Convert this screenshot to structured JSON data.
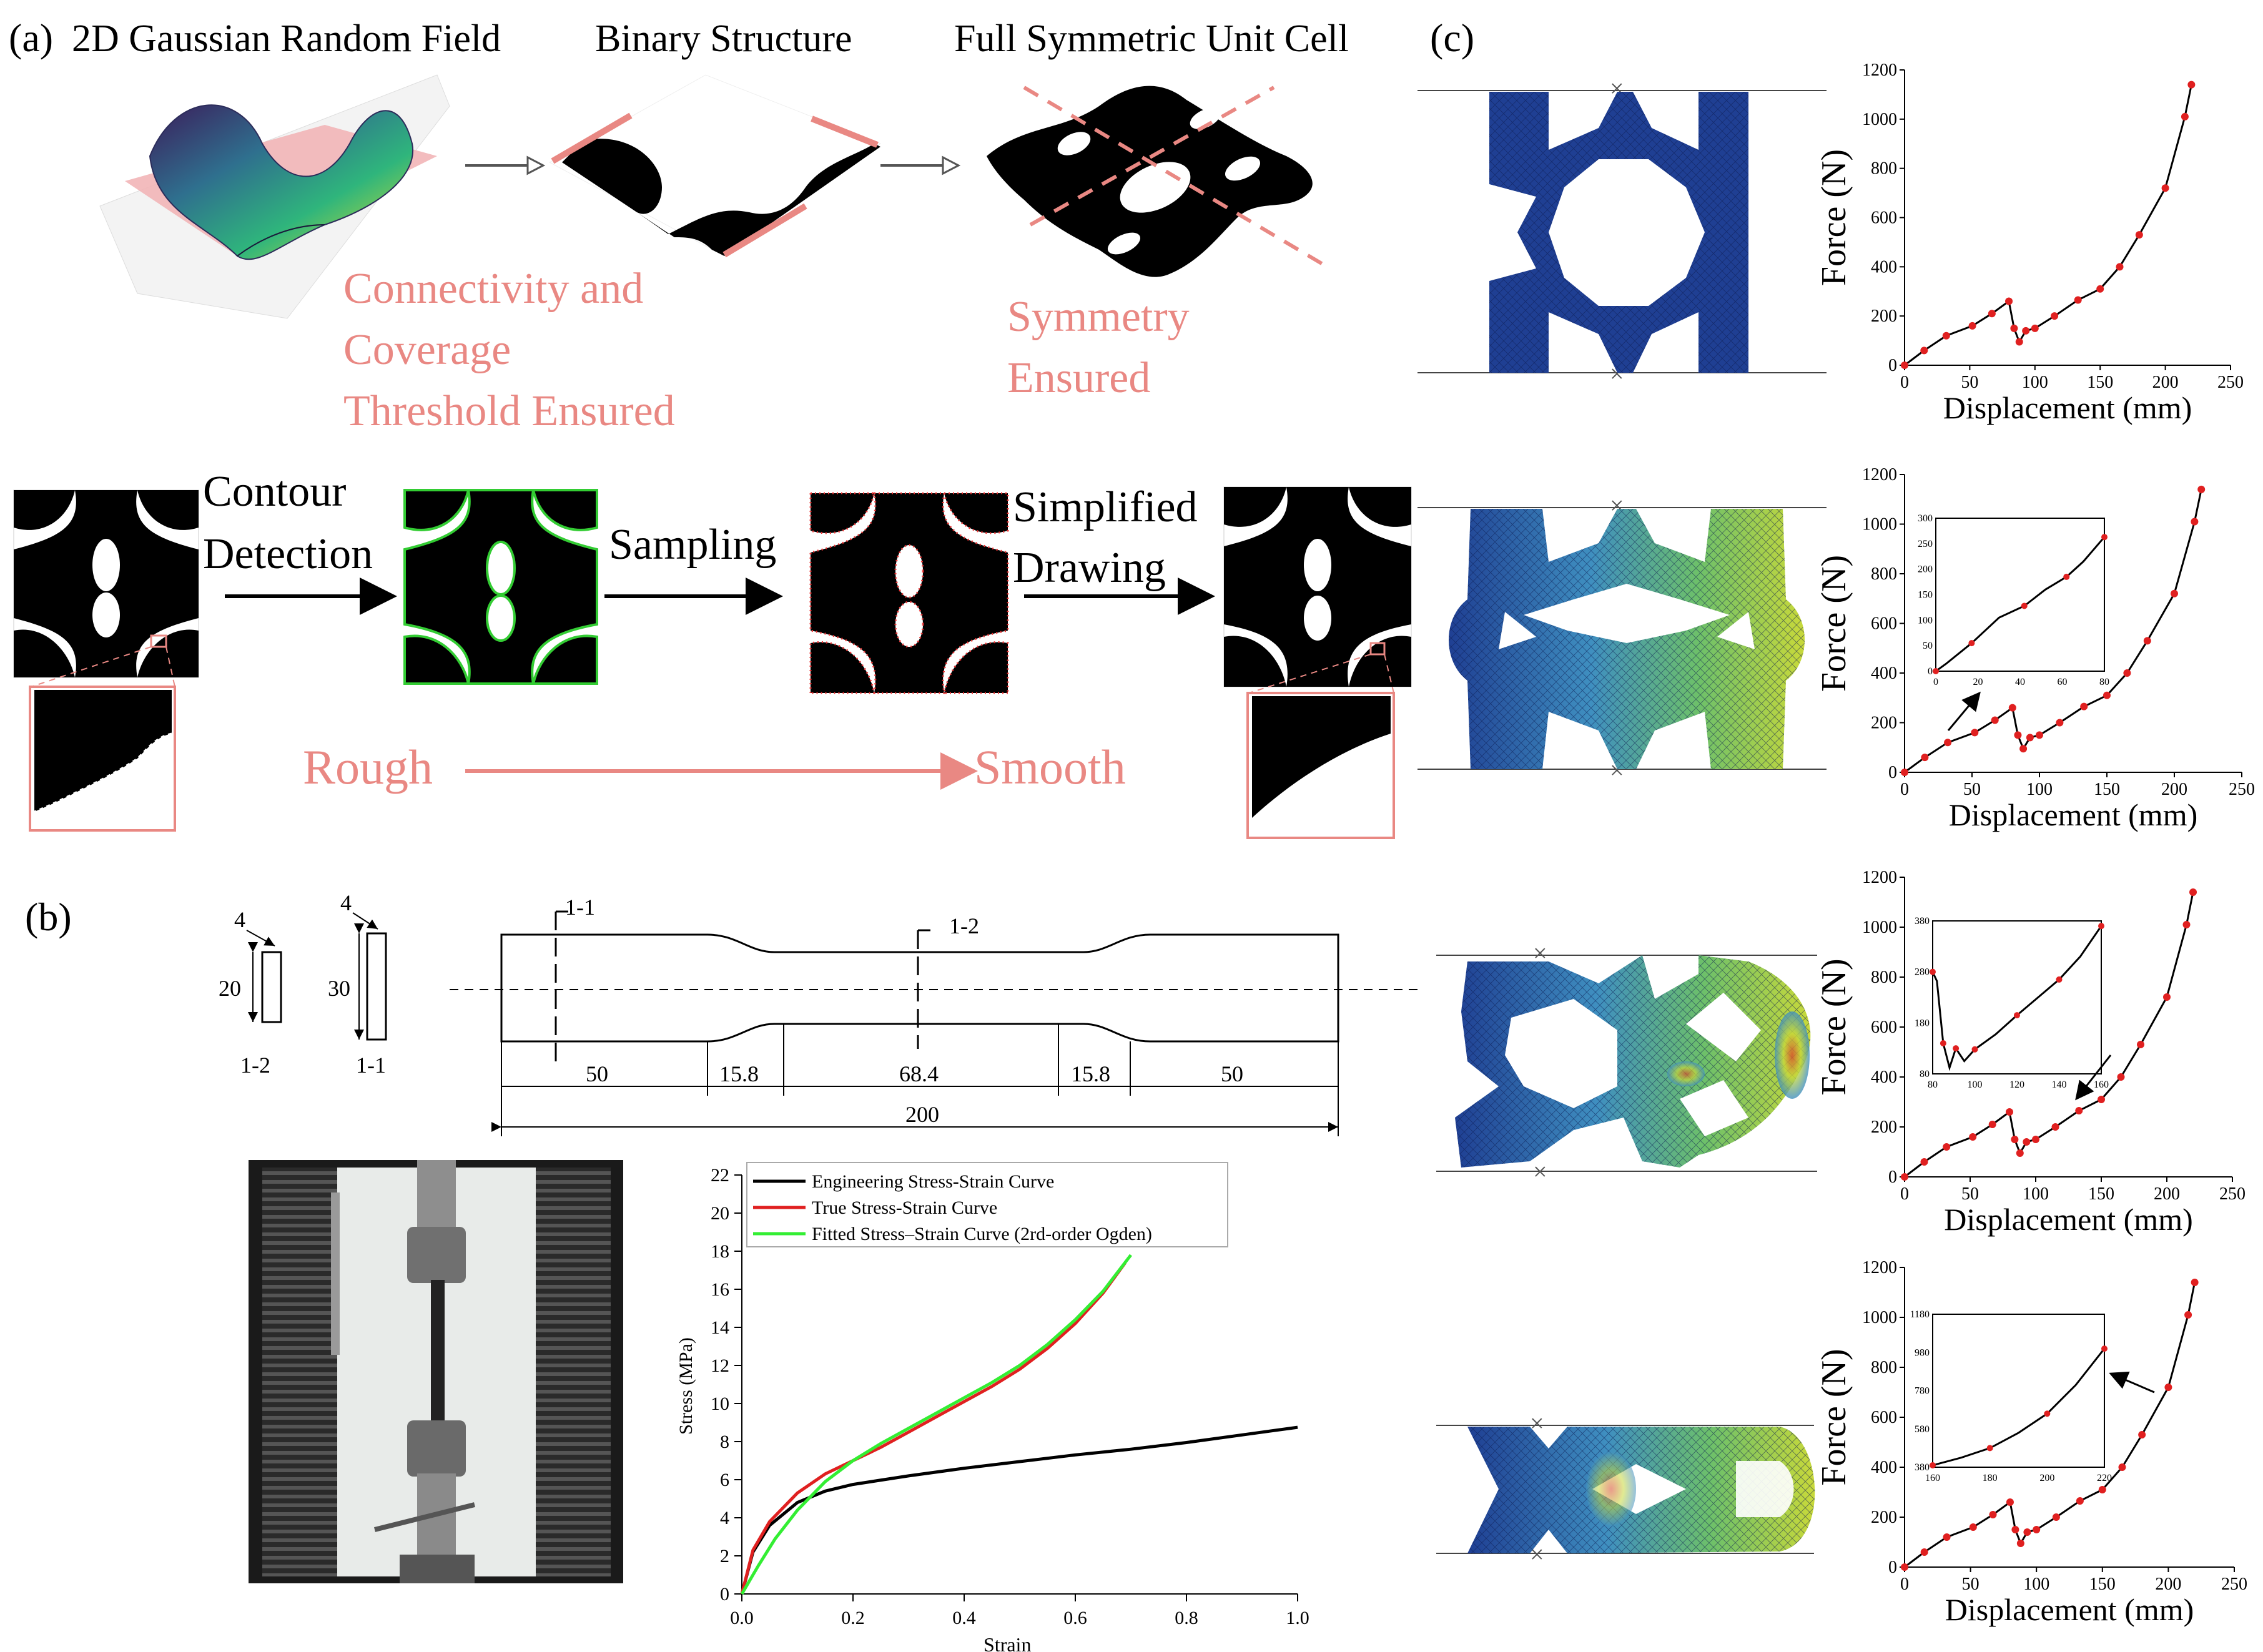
{
  "panel_a": {
    "label": "(a)",
    "step_titles": [
      "2D Gaussian Random Field",
      "Binary Structure",
      "Full Symmetric Unit Cell"
    ],
    "note1": [
      "Connectivity and",
      "Coverage",
      "Threshold Ensured"
    ],
    "note2": [
      "Symmetry",
      "Ensured"
    ],
    "steps": [
      "Contour",
      "Detection",
      "Sampling",
      "Simplified",
      "Drawing"
    ],
    "rough": "Rough",
    "smooth": "Smooth",
    "accent_color": "#e98883",
    "contour_color": "#33cc33"
  },
  "panel_b": {
    "label": "(b)",
    "section_1_2": {
      "top": "4",
      "side": "20",
      "name": "1-2"
    },
    "section_1_1": {
      "top": "4",
      "side": "30",
      "name": "1-1"
    },
    "specimen_cuts": [
      "1-1",
      "1-2"
    ],
    "specimen_dims": [
      "50",
      "15.8",
      "68.4",
      "15.8",
      "50"
    ],
    "specimen_total": "200",
    "stress_chart": {
      "xlabel": "Strain",
      "ylabel": "Stress (MPa)",
      "xticks": [
        "0.0",
        "0.2",
        "0.4",
        "0.6",
        "0.8",
        "1.0"
      ],
      "yticks": [
        "0",
        "2",
        "4",
        "6",
        "8",
        "10",
        "12",
        "14",
        "16",
        "18",
        "20",
        "22"
      ]
    }
  },
  "panel_c": {
    "label": "(c)",
    "mesh_colors": [
      "#1f3f93",
      "#4fa7c4",
      "#6dc06a",
      "#c8d93a",
      "#d84a2a"
    ]
  },
  "chart_data": [
    {
      "type": "line",
      "title": "",
      "xlabel": "Strain",
      "ylabel": "Stress (MPa)",
      "xlim": [
        0,
        1.0
      ],
      "ylim": [
        0,
        22
      ],
      "legend_position": "top",
      "series": [
        {
          "name": "Engineering Stress-Strain Curve",
          "color": "#000000",
          "x": [
            0,
            0.02,
            0.05,
            0.1,
            0.15,
            0.2,
            0.3,
            0.4,
            0.5,
            0.6,
            0.7,
            0.8,
            0.9,
            1.0
          ],
          "y": [
            0,
            2.2,
            3.6,
            4.8,
            5.4,
            5.75,
            6.2,
            6.6,
            6.95,
            7.3,
            7.6,
            7.95,
            8.35,
            8.75
          ]
        },
        {
          "name": "True Stress-Strain Curve",
          "color": "#e02020",
          "x": [
            0,
            0.02,
            0.05,
            0.1,
            0.15,
            0.2,
            0.25,
            0.3,
            0.35,
            0.4,
            0.45,
            0.5,
            0.55,
            0.6,
            0.65,
            0.69
          ],
          "y": [
            0,
            2.3,
            3.8,
            5.3,
            6.3,
            7.0,
            7.7,
            8.5,
            9.3,
            10.1,
            10.9,
            11.8,
            12.9,
            14.2,
            15.8,
            17.4
          ]
        },
        {
          "name": "Fitted Stress–Strain Curve (2rd-order Ogden)",
          "color": "#33ee33",
          "x": [
            0,
            0.03,
            0.06,
            0.1,
            0.15,
            0.2,
            0.25,
            0.3,
            0.35,
            0.4,
            0.45,
            0.5,
            0.55,
            0.6,
            0.65,
            0.7
          ],
          "y": [
            0,
            1.5,
            2.9,
            4.4,
            5.9,
            7.0,
            7.9,
            8.7,
            9.5,
            10.3,
            11.1,
            12.0,
            13.1,
            14.4,
            15.9,
            17.8
          ]
        }
      ]
    },
    {
      "type": "line",
      "title": "",
      "xlabel": "Displacement (mm)",
      "ylabel": "Force (N)",
      "xlim": [
        0,
        250
      ],
      "ylim": [
        0,
        1200
      ],
      "xticks": [
        0,
        50,
        100,
        150,
        200,
        250
      ],
      "yticks": [
        0,
        200,
        400,
        600,
        800,
        1000,
        1200
      ],
      "series": [
        {
          "color": "#000000",
          "x": [
            0,
            15,
            32,
            52,
            67,
            80,
            84,
            88,
            93,
            100,
            115,
            133,
            150,
            165,
            180,
            200,
            215,
            220
          ],
          "y": [
            0,
            60,
            120,
            160,
            210,
            260,
            150,
            95,
            140,
            150,
            200,
            265,
            310,
            400,
            530,
            720,
            1010,
            1140
          ]
        }
      ]
    },
    {
      "type": "line",
      "title": "",
      "xlabel": "Displacement (mm)",
      "ylabel": "Force (N)",
      "xlim": [
        0,
        250
      ],
      "ylim": [
        0,
        1200
      ],
      "xticks": [
        0,
        50,
        100,
        150,
        200,
        250
      ],
      "yticks": [
        0,
        200,
        400,
        600,
        800,
        1000,
        1200
      ],
      "series": [
        {
          "color": "#000000",
          "x": [
            0,
            15,
            32,
            52,
            67,
            80,
            84,
            88,
            93,
            100,
            115,
            133,
            150,
            165,
            180,
            200,
            215,
            220
          ],
          "y": [
            0,
            60,
            120,
            160,
            210,
            260,
            150,
            95,
            140,
            150,
            200,
            265,
            310,
            400,
            530,
            720,
            1010,
            1140
          ]
        }
      ],
      "inset": {
        "xlim": [
          0,
          80
        ],
        "ylim": [
          0,
          300
        ],
        "xticks": [
          0,
          20,
          40,
          60,
          80
        ],
        "yticks": [
          0,
          50,
          100,
          150,
          200,
          250,
          300
        ],
        "x": [
          0,
          5,
          17,
          30,
          42,
          52,
          62,
          70,
          80
        ],
        "y": [
          0,
          15,
          55,
          105,
          128,
          160,
          185,
          215,
          263
        ]
      }
    },
    {
      "type": "line",
      "title": "",
      "xlabel": "Displacement (mm)",
      "ylabel": "Force (N)",
      "xlim": [
        0,
        250
      ],
      "ylim": [
        0,
        1200
      ],
      "xticks": [
        0,
        50,
        100,
        150,
        200,
        250
      ],
      "yticks": [
        0,
        200,
        400,
        600,
        800,
        1000,
        1200
      ],
      "series": [
        {
          "color": "#000000",
          "x": [
            0,
            15,
            32,
            52,
            67,
            80,
            84,
            88,
            93,
            100,
            115,
            133,
            150,
            165,
            180,
            200,
            215,
            220
          ],
          "y": [
            0,
            60,
            120,
            160,
            210,
            260,
            150,
            95,
            140,
            150,
            200,
            265,
            310,
            400,
            530,
            720,
            1010,
            1140
          ]
        }
      ],
      "inset": {
        "xlim": [
          80,
          160
        ],
        "ylim": [
          80,
          380
        ],
        "xticks": [
          80,
          100,
          120,
          140,
          160
        ],
        "yticks": [
          80,
          180,
          280,
          380
        ],
        "x": [
          80,
          82,
          85,
          88,
          91,
          95,
          100,
          110,
          120,
          130,
          140,
          150,
          160
        ],
        "y": [
          280,
          262,
          140,
          92,
          130,
          105,
          128,
          158,
          195,
          230,
          265,
          310,
          370
        ]
      }
    },
    {
      "type": "line",
      "title": "",
      "xlabel": "Displacement (mm)",
      "ylabel": "Force (N)",
      "xlim": [
        0,
        250
      ],
      "ylim": [
        0,
        1200
      ],
      "xticks": [
        0,
        50,
        100,
        150,
        200,
        250
      ],
      "yticks": [
        0,
        200,
        400,
        600,
        800,
        1000,
        1200
      ],
      "series": [
        {
          "color": "#000000",
          "x": [
            0,
            15,
            32,
            52,
            67,
            80,
            84,
            88,
            93,
            100,
            115,
            133,
            150,
            165,
            180,
            200,
            215,
            220
          ],
          "y": [
            0,
            60,
            120,
            160,
            210,
            260,
            150,
            95,
            140,
            150,
            200,
            265,
            310,
            400,
            530,
            720,
            1010,
            1140
          ]
        }
      ],
      "inset": {
        "xlim": [
          160,
          220
        ],
        "ylim": [
          380,
          1180
        ],
        "xticks": [
          160,
          180,
          200,
          220
        ],
        "yticks": [
          380,
          580,
          780,
          980,
          1180
        ],
        "x": [
          160,
          170,
          180,
          190,
          200,
          210,
          220
        ],
        "y": [
          390,
          430,
          480,
          560,
          660,
          810,
          1000
        ]
      }
    }
  ]
}
